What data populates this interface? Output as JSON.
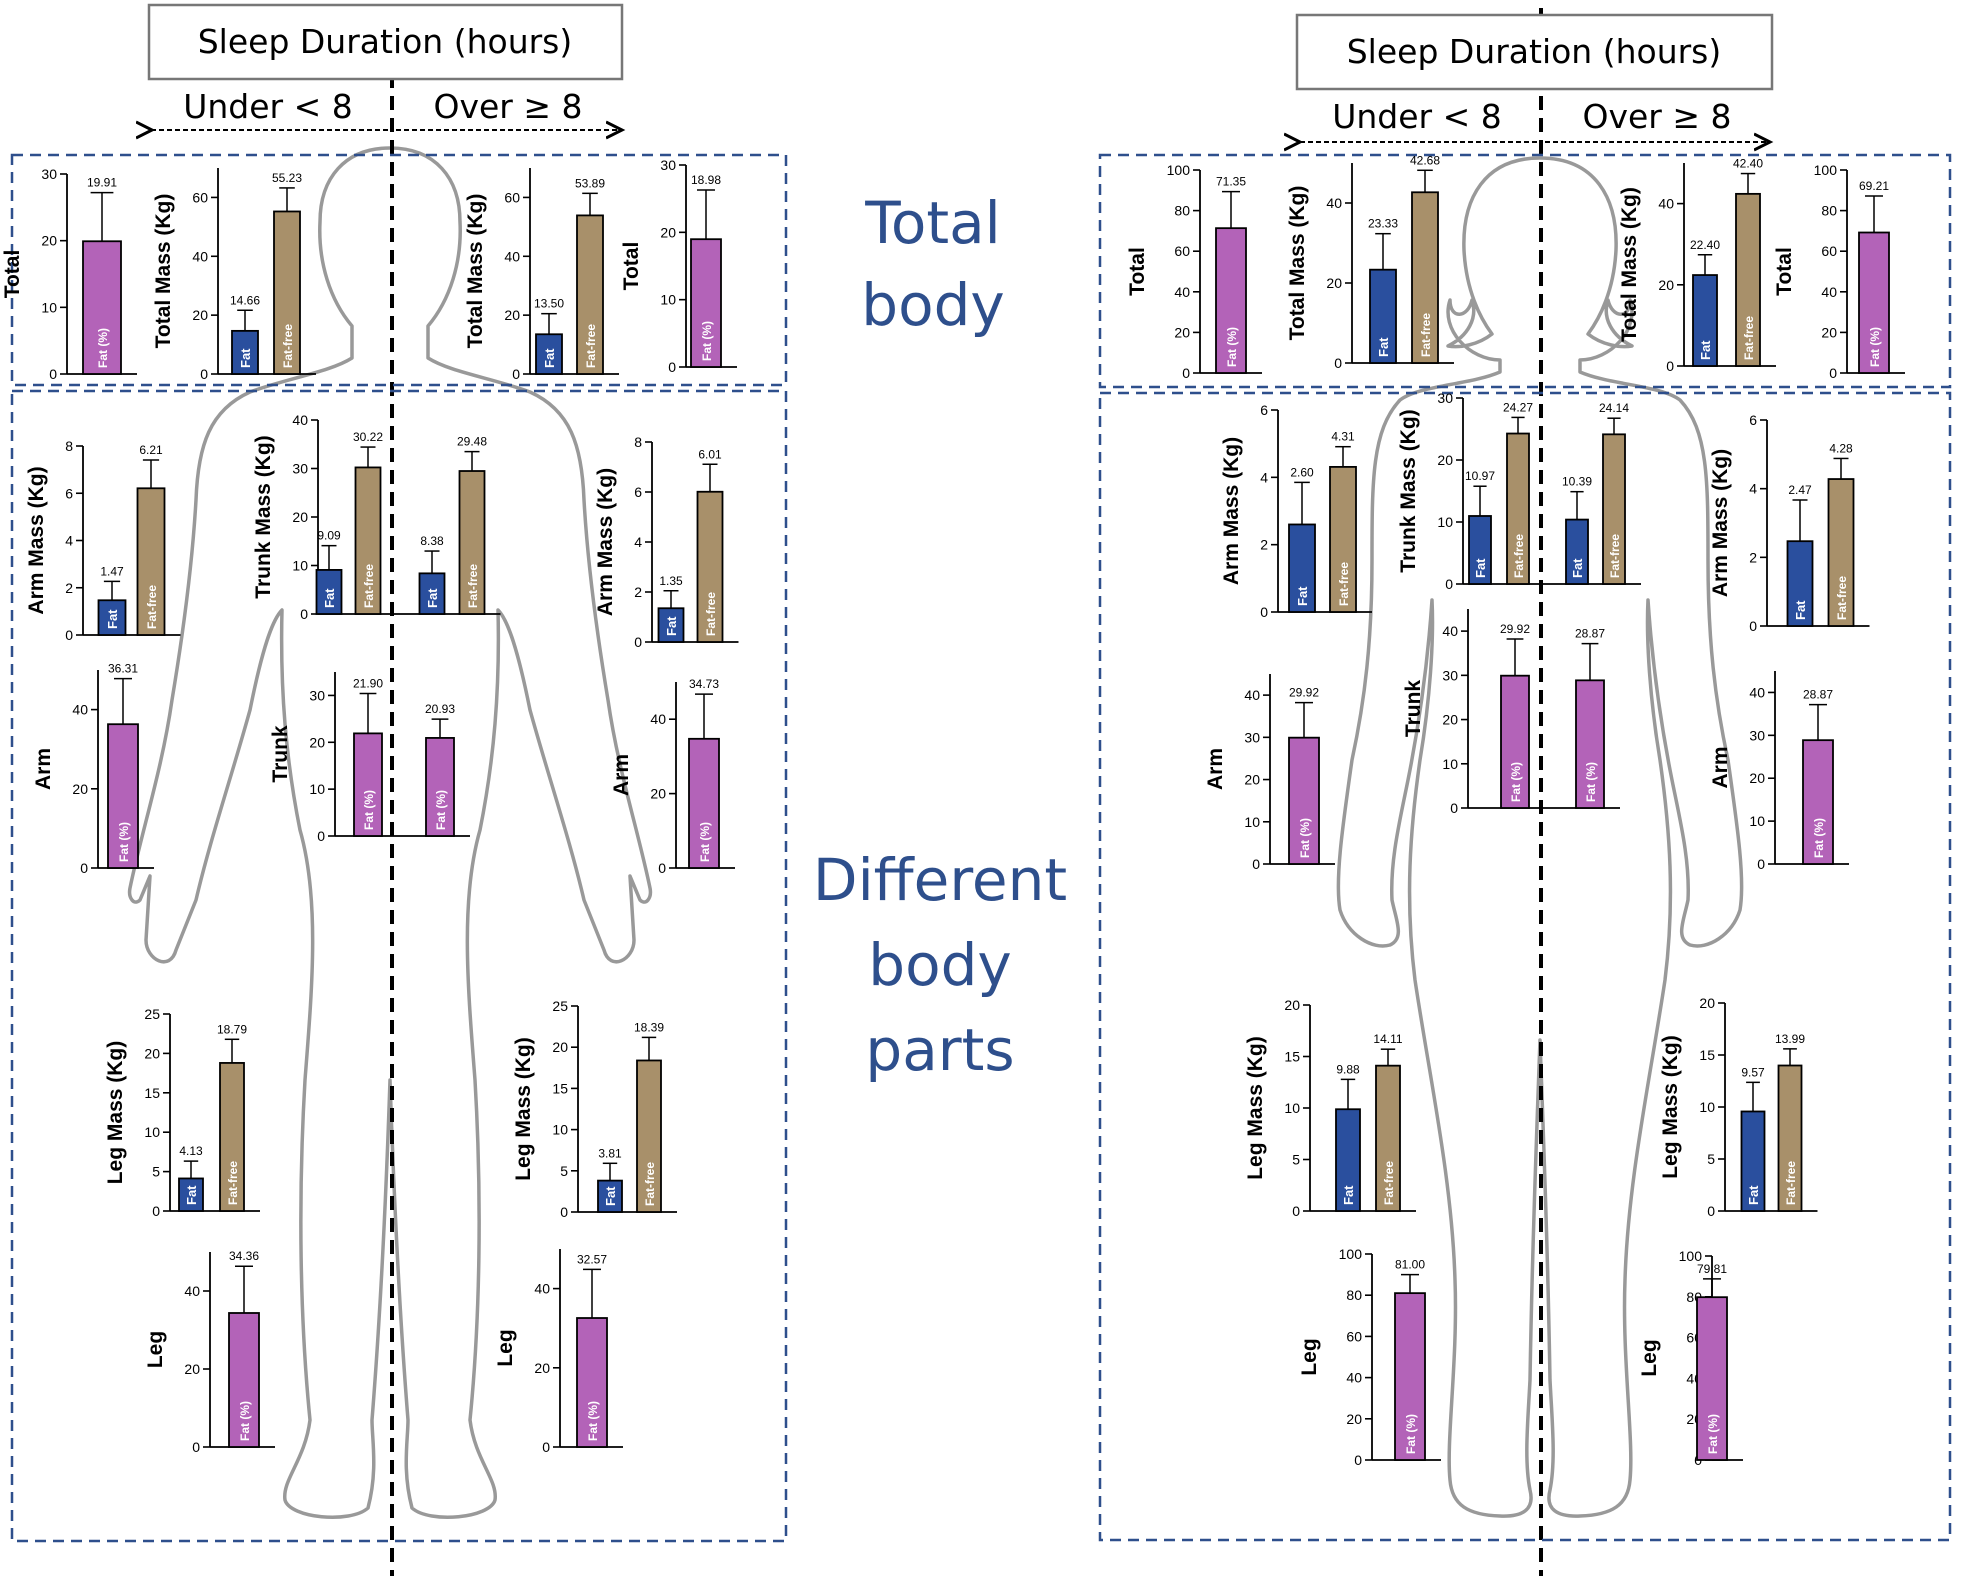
{
  "header": {
    "title": "Sleep Duration (hours)",
    "under": "Under < 8",
    "over": "Over ≥ 8"
  },
  "section_labels": {
    "total_body": [
      "Total",
      "body"
    ],
    "different_parts": [
      "Different",
      "body",
      "parts"
    ]
  },
  "colors": {
    "fat": "#2a4f9e",
    "fat_free": "#a8906a",
    "fat_pct": "#b363b8",
    "box": "#2e4f8c",
    "body_outline": "#999999"
  },
  "chart_data": [
    {
      "id": "male-total-under",
      "type": "bar",
      "ylabel": "Total",
      "ylim": [
        0,
        30
      ],
      "ticks": [
        0,
        10,
        20,
        30
      ],
      "categories": [
        "Fat (%)"
      ],
      "values": [
        19.91
      ],
      "error": [
        7.3
      ],
      "value_labels": [
        "19.91"
      ]
    },
    {
      "id": "male-totalmass-under",
      "type": "bar",
      "ylabel": "Total Mass (Kg)",
      "ylim": [
        0,
        70
      ],
      "ticks": [
        0,
        20,
        40,
        60
      ],
      "categories": [
        "Fat",
        "Fat-free"
      ],
      "values": [
        14.66,
        55.23
      ],
      "error": [
        7.0,
        8.0
      ],
      "value_labels": [
        "14.66",
        "55.23"
      ]
    },
    {
      "id": "male-totalmass-over",
      "type": "bar",
      "ylabel": "Total Mass (Kg)",
      "ylim": [
        0,
        70
      ],
      "ticks": [
        0,
        20,
        40,
        60
      ],
      "categories": [
        "Fat",
        "Fat-free"
      ],
      "values": [
        13.5,
        53.89
      ],
      "error": [
        7.0,
        7.5
      ],
      "value_labels": [
        "13.50",
        "53.89"
      ]
    },
    {
      "id": "male-total-over",
      "type": "bar",
      "ylabel": "Total",
      "ylim": [
        0,
        30
      ],
      "ticks": [
        0,
        10,
        20,
        30
      ],
      "categories": [
        "Fat (%)"
      ],
      "values": [
        18.98
      ],
      "error": [
        7.3
      ],
      "value_labels": [
        "18.98"
      ]
    },
    {
      "id": "male-armmass-under",
      "type": "bar",
      "ylabel": "Arm Mass (Kg)",
      "ylim": [
        0,
        8
      ],
      "ticks": [
        0,
        2,
        4,
        6,
        8
      ],
      "categories": [
        "Fat",
        "Fat-free"
      ],
      "values": [
        1.47,
        6.21
      ],
      "error": [
        0.8,
        1.2
      ],
      "value_labels": [
        "1.47",
        "6.21"
      ]
    },
    {
      "id": "male-trunkmass",
      "type": "bar",
      "ylabel": "Trunk Mass (Kg)",
      "ylim": [
        0,
        40
      ],
      "ticks": [
        0,
        10,
        20,
        30,
        40
      ],
      "categories": [
        "Fat",
        "Fat-free",
        "Fat",
        "Fat-free"
      ],
      "values": [
        9.09,
        30.22,
        8.38,
        29.48
      ],
      "error": [
        5.0,
        4.2,
        4.6,
        4.0
      ],
      "value_labels": [
        "9.09",
        "30.22",
        "8.38",
        "29.48"
      ]
    },
    {
      "id": "male-armmass-over",
      "type": "bar",
      "ylabel": "Arm Mass (Kg)",
      "ylim": [
        0,
        8
      ],
      "ticks": [
        0,
        2,
        4,
        6,
        8
      ],
      "categories": [
        "Fat",
        "Fat-free"
      ],
      "values": [
        1.35,
        6.01
      ],
      "error": [
        0.7,
        1.1
      ],
      "value_labels": [
        "1.35",
        "6.01"
      ]
    },
    {
      "id": "male-arm-under",
      "type": "bar",
      "ylabel": "Arm",
      "ylim": [
        0,
        50
      ],
      "ticks": [
        0,
        20,
        40
      ],
      "categories": [
        "Fat (%)"
      ],
      "values": [
        36.31
      ],
      "error": [
        11.5
      ],
      "value_labels": [
        "36.31"
      ]
    },
    {
      "id": "male-trunk",
      "type": "bar",
      "ylabel": "Trunk",
      "ylim": [
        0,
        35
      ],
      "ticks": [
        0,
        10,
        20,
        30
      ],
      "categories": [
        "Fat (%)",
        "Fat (%)"
      ],
      "values": [
        21.9,
        20.93
      ],
      "error": [
        8.5,
        4.0
      ],
      "value_labels": [
        "21.90",
        "20.93"
      ]
    },
    {
      "id": "male-arm-over",
      "type": "bar",
      "ylabel": "Arm",
      "ylim": [
        0,
        50
      ],
      "ticks": [
        0,
        20,
        40
      ],
      "categories": [
        "Fat (%)"
      ],
      "values": [
        34.73
      ],
      "error": [
        12.0
      ],
      "value_labels": [
        "34.73"
      ]
    },
    {
      "id": "male-legmass-under",
      "type": "bar",
      "ylabel": "Leg Mass (Kg)",
      "ylim": [
        0,
        25
      ],
      "ticks": [
        0,
        5,
        10,
        15,
        20,
        25
      ],
      "categories": [
        "Fat",
        "Fat-free"
      ],
      "values": [
        4.13,
        18.79
      ],
      "error": [
        2.2,
        3.0
      ],
      "value_labels": [
        "4.13",
        "18.79"
      ]
    },
    {
      "id": "male-legmass-over",
      "type": "bar",
      "ylabel": "Leg Mass (Kg)",
      "ylim": [
        0,
        25
      ],
      "ticks": [
        0,
        5,
        10,
        15,
        20,
        25
      ],
      "categories": [
        "Fat",
        "Fat-free"
      ],
      "values": [
        3.81,
        18.39
      ],
      "error": [
        2.1,
        2.8
      ],
      "value_labels": [
        "3.81",
        "18.39"
      ]
    },
    {
      "id": "male-leg-under",
      "type": "bar",
      "ylabel": "Leg",
      "ylim": [
        0,
        50
      ],
      "ticks": [
        0,
        20,
        40
      ],
      "categories": [
        "Fat (%)"
      ],
      "values": [
        34.36
      ],
      "error": [
        12.0
      ],
      "value_labels": [
        "34.36"
      ]
    },
    {
      "id": "male-leg-over",
      "type": "bar",
      "ylabel": "Leg",
      "ylim": [
        0,
        50
      ],
      "ticks": [
        0,
        20,
        40
      ],
      "categories": [
        "Fat (%)"
      ],
      "values": [
        32.57
      ],
      "error": [
        12.3
      ],
      "value_labels": [
        "32.57"
      ]
    },
    {
      "id": "female-total-under",
      "type": "bar",
      "ylabel": "Total",
      "ylim": [
        0,
        100
      ],
      "ticks": [
        0,
        20,
        40,
        60,
        80,
        100
      ],
      "categories": [
        "Fat (%)"
      ],
      "values": [
        71.35
      ],
      "error": [
        18.0
      ],
      "value_labels": [
        "71.35"
      ]
    },
    {
      "id": "female-totalmass-under",
      "type": "bar",
      "ylabel": "Total Mass (Kg)",
      "ylim": [
        0,
        50
      ],
      "ticks": [
        0,
        20,
        40
      ],
      "categories": [
        "Fat",
        "Fat-free"
      ],
      "values": [
        23.33,
        42.68
      ],
      "error": [
        9.0,
        5.5
      ],
      "value_labels": [
        "23.33",
        "42.68"
      ]
    },
    {
      "id": "female-totalmass-over",
      "type": "bar",
      "ylabel": "Total Mass (Kg)",
      "ylim": [
        0,
        50
      ],
      "ticks": [
        0,
        20,
        40
      ],
      "categories": [
        "Fat",
        "Fat-free"
      ],
      "values": [
        22.4,
        42.4
      ],
      "error": [
        5.0,
        5.0
      ],
      "value_labels": [
        "22.40",
        "42.40"
      ]
    },
    {
      "id": "female-total-over",
      "type": "bar",
      "ylabel": "Total",
      "ylim": [
        0,
        100
      ],
      "ticks": [
        0,
        20,
        40,
        60,
        80,
        100
      ],
      "categories": [
        "Fat (%)"
      ],
      "values": [
        69.21
      ],
      "error": [
        18.0
      ],
      "value_labels": [
        "69.21"
      ]
    },
    {
      "id": "female-armmass-under",
      "type": "bar",
      "ylabel": "Arm Mass (Kg)",
      "ylim": [
        0,
        6
      ],
      "ticks": [
        0,
        2,
        4,
        6
      ],
      "categories": [
        "Fat",
        "Fat-free"
      ],
      "values": [
        2.6,
        4.31
      ],
      "error": [
        1.25,
        0.6
      ],
      "value_labels": [
        "2.60",
        "4.31"
      ]
    },
    {
      "id": "female-trunkmass",
      "type": "bar",
      "ylabel": "Trunk Mass (Kg)",
      "ylim": [
        0,
        30
      ],
      "ticks": [
        0,
        10,
        20,
        30
      ],
      "categories": [
        "Fat",
        "Fat-free",
        "Fat",
        "Fat-free"
      ],
      "values": [
        10.97,
        24.27,
        10.39,
        24.14
      ],
      "error": [
        4.8,
        2.6,
        4.5,
        2.6
      ],
      "value_labels": [
        "10.97",
        "24.27",
        "10.39",
        "24.14"
      ]
    },
    {
      "id": "female-armmass-over",
      "type": "bar",
      "ylabel": "Arm Mass (Kg)",
      "ylim": [
        0,
        6
      ],
      "ticks": [
        0,
        2,
        4,
        6
      ],
      "categories": [
        "Fat",
        "Fat-free"
      ],
      "values": [
        2.47,
        4.28
      ],
      "error": [
        1.2,
        0.6
      ],
      "value_labels": [
        "2.47",
        "4.28"
      ]
    },
    {
      "id": "female-arm-under",
      "type": "bar",
      "ylabel": "Arm",
      "ylim": [
        0,
        45
      ],
      "ticks": [
        0,
        10,
        20,
        30,
        40
      ],
      "categories": [
        "Fat (%)"
      ],
      "values": [
        29.92
      ],
      "error": [
        8.3
      ],
      "value_labels": [
        "29.92"
      ]
    },
    {
      "id": "female-trunk",
      "type": "bar",
      "ylabel": "Trunk",
      "ylim": [
        0,
        45
      ],
      "ticks": [
        0,
        10,
        20,
        30,
        40
      ],
      "categories": [
        "Fat (%)",
        "Fat (%)"
      ],
      "values": [
        29.92,
        28.87
      ],
      "error": [
        8.3,
        8.3
      ],
      "value_labels": [
        "29.92",
        "28.87"
      ]
    },
    {
      "id": "female-arm-over",
      "type": "bar",
      "ylabel": "Arm",
      "ylim": [
        0,
        45
      ],
      "ticks": [
        0,
        10,
        20,
        30,
        40
      ],
      "categories": [
        "Fat (%)"
      ],
      "values": [
        28.87
      ],
      "error": [
        8.3
      ],
      "value_labels": [
        "28.87"
      ]
    },
    {
      "id": "female-legmass-under",
      "type": "bar",
      "ylabel": "Leg Mass (Kg)",
      "ylim": [
        0,
        20
      ],
      "ticks": [
        0,
        5,
        10,
        15,
        20
      ],
      "categories": [
        "Fat",
        "Fat-free"
      ],
      "values": [
        9.88,
        14.11
      ],
      "error": [
        2.9,
        1.6
      ],
      "value_labels": [
        "9.88",
        "14.11"
      ]
    },
    {
      "id": "female-legmass-over",
      "type": "bar",
      "ylabel": "Leg Mass (Kg)",
      "ylim": [
        0,
        20
      ],
      "ticks": [
        0,
        5,
        10,
        15,
        20
      ],
      "categories": [
        "Fat",
        "Fat-free"
      ],
      "values": [
        9.57,
        13.99
      ],
      "error": [
        2.8,
        1.6
      ],
      "value_labels": [
        "9.57",
        "13.99"
      ]
    },
    {
      "id": "female-leg-under",
      "type": "bar",
      "ylabel": "Leg",
      "ylim": [
        0,
        100
      ],
      "ticks": [
        0,
        20,
        40,
        60,
        80,
        100
      ],
      "categories": [
        "Fat (%)"
      ],
      "values": [
        81.0
      ],
      "error": [
        9.0
      ],
      "value_labels": [
        "81.00"
      ]
    },
    {
      "id": "female-leg-over",
      "type": "bar",
      "ylabel": "Leg",
      "ylim": [
        0,
        100
      ],
      "ticks": [
        0,
        20,
        40,
        60,
        80,
        100
      ],
      "categories": [
        "Fat (%)"
      ],
      "values": [
        79.81
      ],
      "error": [
        9.0
      ],
      "value_labels": [
        "79.81"
      ]
    }
  ]
}
